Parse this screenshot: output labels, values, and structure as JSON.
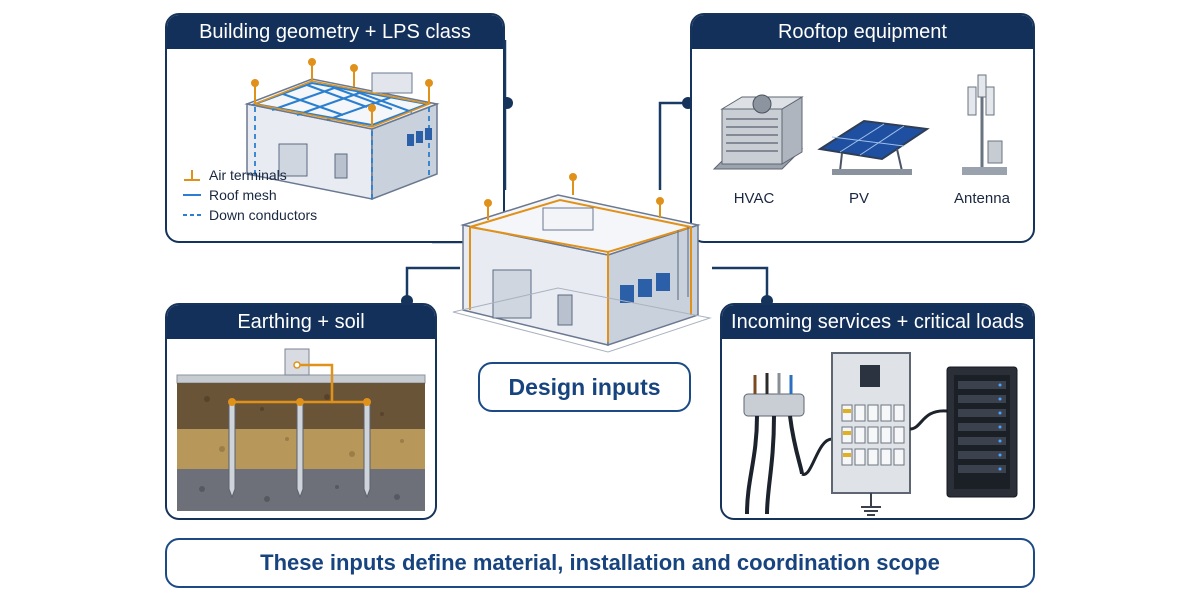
{
  "building_panel": {
    "title": "Building geometry + LPS class",
    "legend": {
      "air_terminals": "Air terminals",
      "roof_mesh": "Roof mesh",
      "down_conductors": "Down conductors"
    }
  },
  "rooftop_panel": {
    "title": "Rooftop equipment",
    "items": [
      {
        "label": "HVAC",
        "icon": "hvac-icon"
      },
      {
        "label": "PV",
        "icon": "pv-panel-icon"
      },
      {
        "label": "Antenna",
        "icon": "antenna-icon"
      }
    ]
  },
  "earthing_panel": {
    "title": "Earthing + soil"
  },
  "services_panel": {
    "title": "Incoming services + critical loads"
  },
  "center": {
    "label": "Design inputs"
  },
  "footer": {
    "text": "These inputs define material, installation and coordination scope"
  },
  "colors": {
    "navy": "#13305a",
    "orange": "#e0911a",
    "blue_mesh": "#2a7fd0",
    "pill_text": "#17447f"
  }
}
